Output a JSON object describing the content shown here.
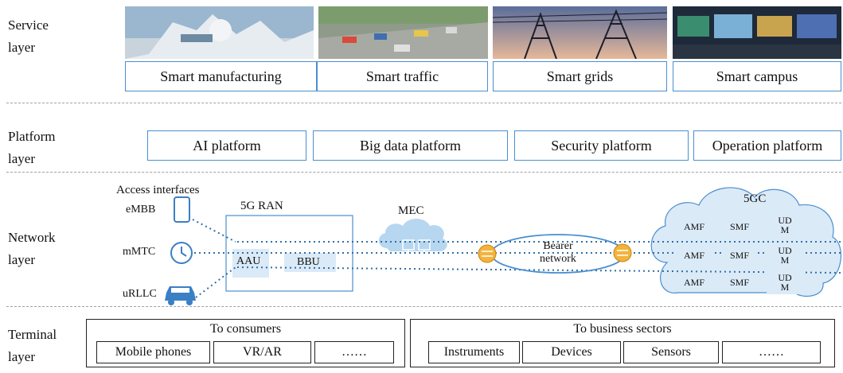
{
  "layers": {
    "service": "Service\nlayer",
    "platform": "Platform\nlayer",
    "network": "Network\nlayer",
    "terminal": "Terminal\nlayer"
  },
  "service": {
    "items": [
      "Smart manufacturing",
      "Smart traffic",
      "Smart grids",
      "Smart campus"
    ]
  },
  "platform": {
    "items": [
      "AI platform",
      "Big data platform",
      "Security platform",
      "Operation platform"
    ]
  },
  "network": {
    "access_title": "Access interfaces",
    "access": [
      "eMBB",
      "mMTC",
      "uRLLC"
    ],
    "ran_title": "5G RAN",
    "aau": "AAU",
    "bbu": "BBU",
    "mec": "MEC",
    "bearer": "Bearer\nnetwork",
    "core_title": "5GC",
    "amf": "AMF",
    "smf": "SMF",
    "udm": "UD\nM"
  },
  "terminal": {
    "consumers": {
      "title": "To consumers",
      "items": [
        "Mobile phones",
        "VR/AR",
        "……"
      ]
    },
    "business": {
      "title": "To business sectors",
      "items": [
        "Instruments",
        "Devices",
        "Sensors",
        "……"
      ]
    }
  },
  "colors": {
    "accent": "#4a8fcf",
    "dotted": "#2f6fa8",
    "cloud_fill": "#dbeaf7",
    "router": "#f3b33d"
  }
}
